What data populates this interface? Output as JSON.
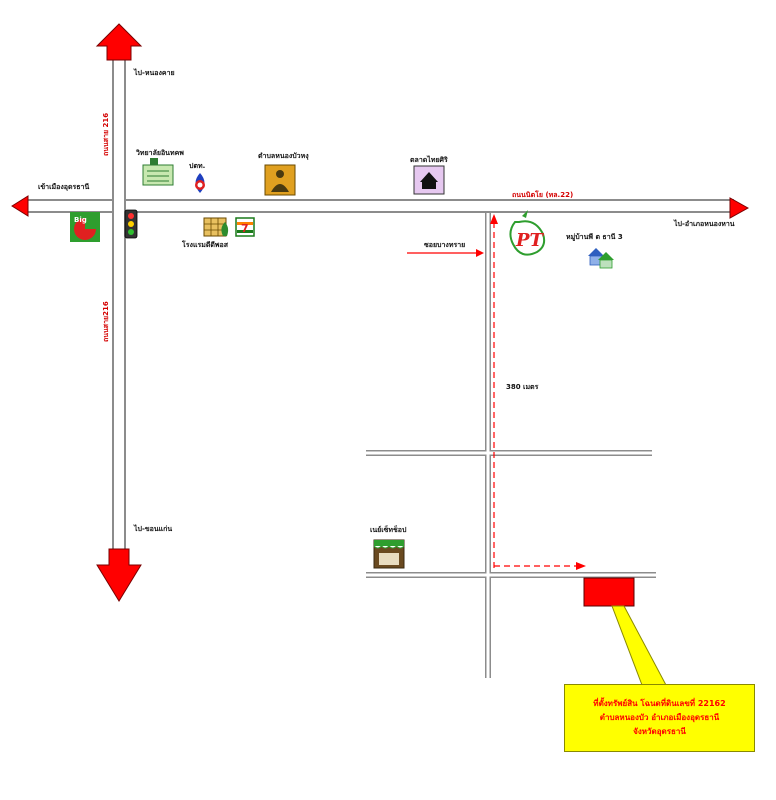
{
  "labels": {
    "to_nongkhai": "ไป-หนองคาย",
    "highway_216_north": "ถนนสาย 216",
    "highway_216_south": "ถนนสาย216",
    "wittayalai": "วิทยาลัยอินทคพ",
    "ptt": "ปตท.",
    "tambon_nikhom": "ตำบลหนองบัวหงุ",
    "talat_khamthin": "ตลาดไทยศิริ",
    "into_city": "เข้าเมืองอุดรธานี",
    "road_name": "ถนนนิตโย (ทล.22)",
    "to_nongkhai_east": "ไป-อำเภอหนองหาน",
    "hotel": "โรงแรมดีดีพอส",
    "soi": "ซอยบางทราย",
    "village": "หมู่บ้านพี ต ธานี 3",
    "distance": "380 เมตร",
    "to_khonkaen": "ไป-ขอนแก่น",
    "shop": "เนย์เซ็ทช็อป",
    "pt_logo": "PT",
    "bigc_logo": "Big",
    "seven_logo": "7"
  },
  "callout": {
    "line1": "ที่ตั้งทรัพย์สิน โฉนดที่ดินเลขที่ 22162",
    "line2": "ตำบลหนองบัว อำเภอเมืองอุดรธานี",
    "line3": "จังหวัดอุดรธานี"
  },
  "colors": {
    "road": "#ffffff",
    "road_edge": "#8c8c8c",
    "arrow": "#ff0000",
    "arrow_edge": "#7a0000",
    "label_red": "#d40000",
    "callout_bg": "#ffff00",
    "callout_text": "#ff0000",
    "target": "#ff0000"
  },
  "icons": [
    "bigc-logo-icon",
    "traffic-light-icon",
    "school-icon",
    "ptt-fuel-icon",
    "district-office-icon",
    "market-icon",
    "hotel-icon",
    "seven-eleven-icon",
    "pt-gas-station-icon",
    "village-icon",
    "shop-icon",
    "target-property-icon"
  ]
}
